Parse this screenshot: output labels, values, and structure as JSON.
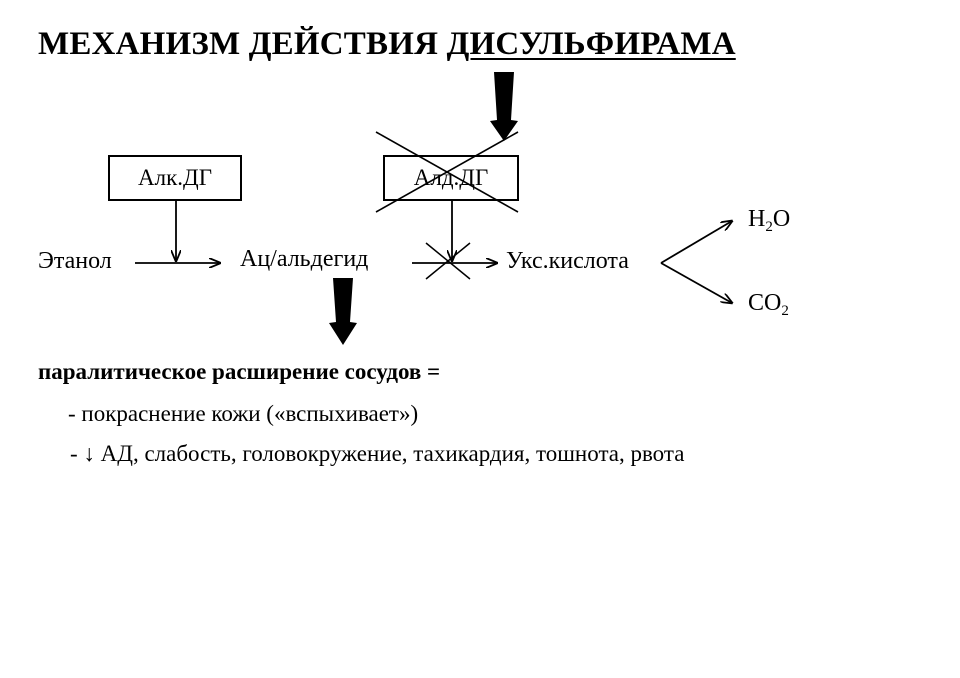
{
  "title": {
    "part1": "МЕХАНИЗМ ДЕЙСТВИЯ ",
    "part2": "ДИСУЛЬФИРАМА"
  },
  "enzymes": {
    "alcohol_dh": "Алк.ДГ",
    "aldehyde_dh": "Алд.ДГ"
  },
  "pathway": {
    "ethanol": "Этанол",
    "acetaldehyde": "Ац/альдегид",
    "acetic_acid": "Укс.кислота",
    "water_main": "H",
    "water_sub": "2",
    "water_tail": "O",
    "co2_main": "CO",
    "co2_sub": "2"
  },
  "effects": {
    "heading": "паралитическое расширение сосудов =",
    "items": [
      "- покраснение кожи («вспыхивает»)",
      "- ↓ АД, слабость, головокружение, тахикардия, тошнота, рвота"
    ]
  },
  "colors": {
    "ink": "#000000",
    "background": "#ffffff"
  }
}
